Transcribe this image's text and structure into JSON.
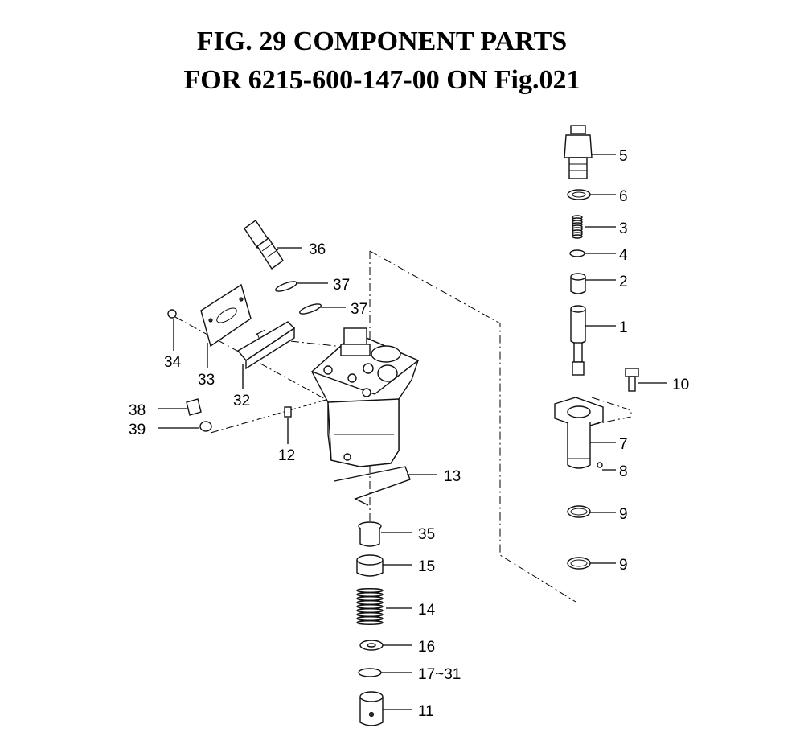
{
  "figure": {
    "title_line1": "FIG. 29  COMPONENT PARTS",
    "title_line2": "FOR 6215-600-147-00 ON Fig.021"
  },
  "callouts": {
    "c1": "1",
    "c2": "2",
    "c3": "3",
    "c4": "4",
    "c5": "5",
    "c6": "6",
    "c7": "7",
    "c8": "8",
    "c9a": "9",
    "c9b": "9",
    "c10": "10",
    "c11": "11",
    "c12": "12",
    "c13": "13",
    "c14": "14",
    "c15": "15",
    "c16": "16",
    "c17": "17~31",
    "c32": "32",
    "c33": "33",
    "c34": "34",
    "c35": "35",
    "c36": "36",
    "c37a": "37",
    "c37b": "37",
    "c38": "38",
    "c39": "39"
  }
}
